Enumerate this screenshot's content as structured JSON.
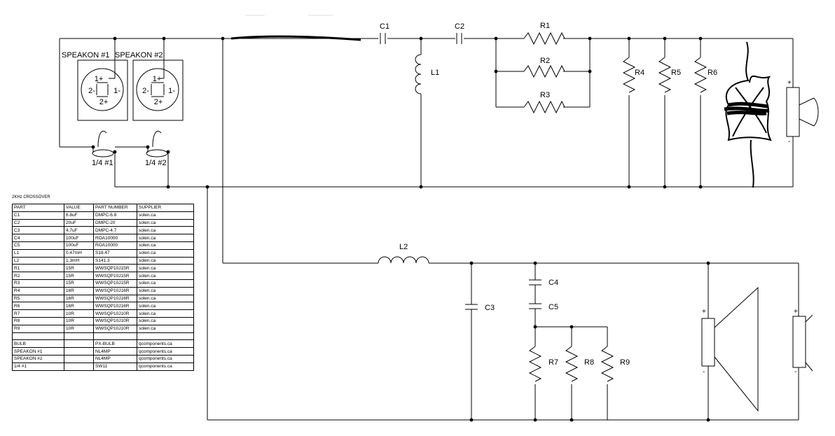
{
  "labels": {
    "c1": "C1",
    "c2": "C2",
    "c3": "C3",
    "c4": "C4",
    "c5": "C5",
    "l1": "L1",
    "l2": "L2",
    "r1": "R1",
    "r2": "R2",
    "r3": "R3",
    "r4": "R4",
    "r5": "R5",
    "r6": "R6",
    "r7": "R7",
    "r8": "R8",
    "r9": "R9",
    "speakon1": "SPEAKON #1",
    "speakon2": "SPEAKON #2",
    "jack1": "1/4 #1",
    "jack2": "1/4 #2"
  },
  "pins": {
    "p1plus": "1+",
    "p1minus": "1-",
    "p2plus": "2+",
    "p2minus": "2-"
  },
  "polarity": {
    "plus": "+",
    "minus": "-"
  },
  "bom": {
    "title": "2KHz CROSSOVER",
    "headers": [
      "PART",
      "VALUE",
      "PART NUMBER",
      "SUPPLIER"
    ],
    "rows": [
      [
        "C1",
        "6.8uF",
        "DMPC-6.8",
        "solen.ca"
      ],
      [
        "C2",
        "20uF",
        "DMPC-20",
        "solen.ca"
      ],
      [
        "C3",
        "4.7uF",
        "DMPC-4.7",
        "solen.ca"
      ],
      [
        "C4",
        "100uF",
        "ROA10000",
        "solen.ca"
      ],
      [
        "C5",
        "100uF",
        "ROA10000",
        "solen.ca"
      ],
      [
        "L1",
        "0.47mH",
        "S18.47",
        "solen.ca"
      ],
      [
        "L2",
        "1.3mH",
        "S141.3",
        "solen.ca"
      ],
      [
        "R1",
        "15R",
        "WWSQP10J15R",
        "solen.ca"
      ],
      [
        "R2",
        "15R",
        "WWSQP10J15R",
        "solen.ca"
      ],
      [
        "R3",
        "15R",
        "WWSQP10J15R",
        "solen.ca"
      ],
      [
        "R4",
        "16R",
        "WWSQP10J16R",
        "solen.ca"
      ],
      [
        "R5",
        "16R",
        "WWSQP10J16R",
        "solen.ca"
      ],
      [
        "R6",
        "16R",
        "WWSQP10J16R",
        "solen.ca"
      ],
      [
        "R7",
        "10R",
        "WWSQP10J10R",
        "solen.ca"
      ],
      [
        "R8",
        "10R",
        "WWSQP10J10R",
        "solen.ca"
      ],
      [
        "R9",
        "10R",
        "WWSQP10J10R",
        "solen.ca"
      ],
      [
        "",
        "",
        "",
        ""
      ],
      [
        "BULB",
        "",
        "PX-BULB",
        "qcomponents.ca"
      ],
      [
        "SPEAKON #1",
        "",
        "NL4MP",
        "qcomponents.ca"
      ],
      [
        "SPEAKON #2",
        "",
        "NL4MP",
        "qcomponents.ca"
      ],
      [
        "1/4 #1",
        "",
        "SW11",
        "qcomponents.ca"
      ]
    ]
  }
}
